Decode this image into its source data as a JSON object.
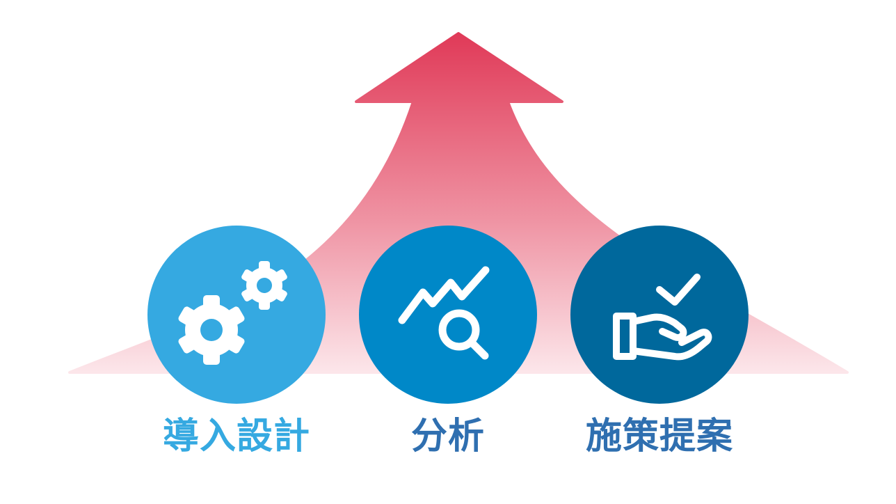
{
  "steps": [
    {
      "label": "導入設計",
      "icon": "gears-icon",
      "color": "#35a9e1"
    },
    {
      "label": "分析",
      "icon": "trend-magnifier-icon",
      "color": "#0088c8"
    },
    {
      "label": "施策提案",
      "icon": "hand-check-icon",
      "color": "#00689c"
    }
  ],
  "colors": {
    "arrow_top": "#e03a58",
    "arrow_bottom": "#fce6ea",
    "label_light": "#35a9e1",
    "label_dark": "#2f6fb0"
  }
}
